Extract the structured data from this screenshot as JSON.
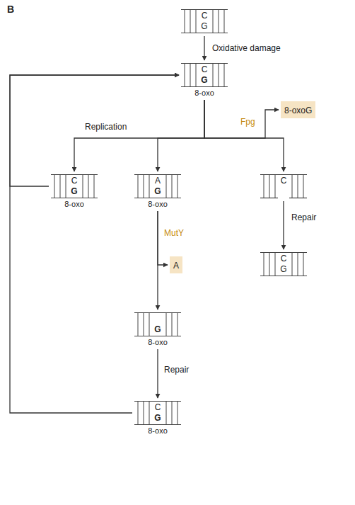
{
  "diagram": {
    "nodes": [
      {
        "text": [
          "C",
          "G"
        ]
      },
      {
        "text": [
          "C",
          "G",
          "8-oxo"
        ]
      },
      {
        "text": [
          "8-oxoG"
        ]
      },
      {
        "text": [
          "C",
          "G",
          "8-oxo"
        ]
      },
      {
        "text": [
          "A",
          "G",
          "8-oxo"
        ]
      },
      {
        "text": [
          "C"
        ]
      },
      {
        "text": [
          "A"
        ]
      },
      {
        "text": [
          "C",
          "G"
        ]
      },
      {
        "text": [
          "G",
          "8-oxo"
        ]
      },
      {
        "text": [
          "C",
          "G",
          "8-oxo"
        ]
      }
    ],
    "edges": [
      {
        "from": 0,
        "to": 1,
        "arrow": "to",
        "label": "Oxidative damage"
      },
      {
        "from": 1,
        "to": 3,
        "arrow": "to"
      },
      {
        "from": 1,
        "to": 4,
        "arrow": "to"
      },
      {
        "from": 1,
        "to": 5,
        "arrow": "to"
      },
      {
        "from": 1,
        "to": 2,
        "arrow": "to",
        "label": "Fpg"
      },
      {
        "from": 4,
        "to": 8,
        "arrow": "to",
        "label": "MutY"
      },
      {
        "from": 4,
        "to": 6,
        "arrow": "to"
      },
      {
        "from": 5,
        "to": 7,
        "arrow": "to",
        "label": "Repair"
      },
      {
        "from": 8,
        "to": 9,
        "arrow": "to",
        "label": "Repair"
      },
      {
        "from": 3,
        "to": 1,
        "arrow": "to"
      },
      {
        "from": 9,
        "to": 1,
        "arrow": "to"
      }
    ],
    "labels": [
      "B",
      "Replication"
    ]
  }
}
